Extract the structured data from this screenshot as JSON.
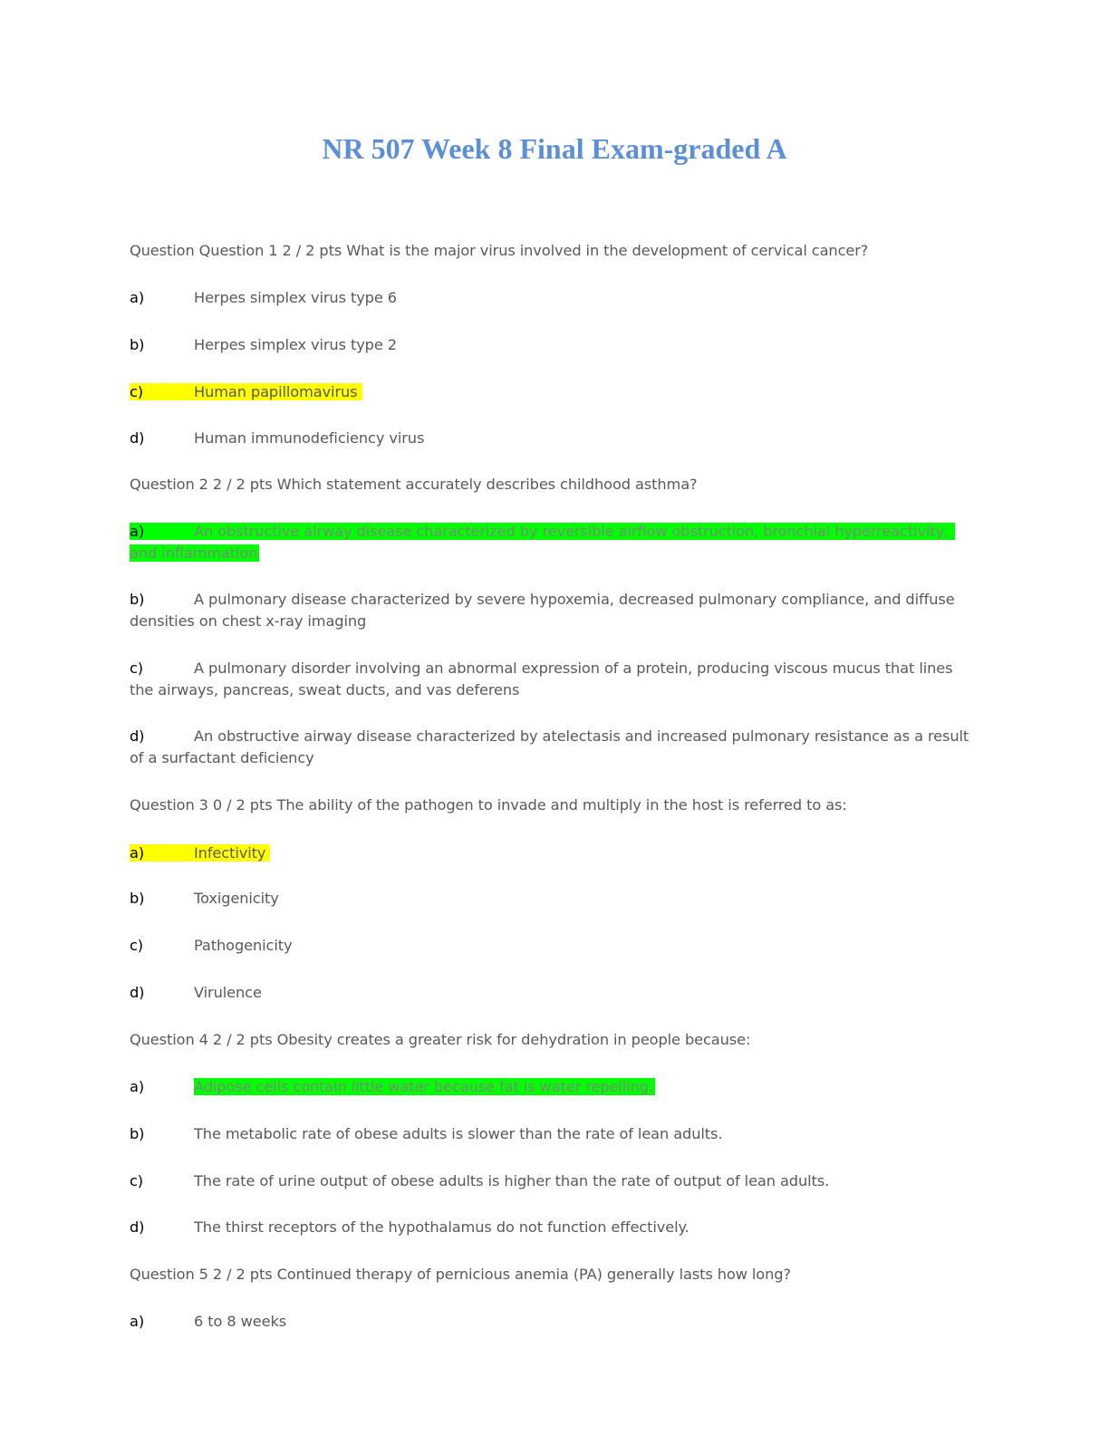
{
  "title": "NR 507 Week 8 Final Exam-graded A",
  "questions": [
    {
      "text": "Question Question 1 2 / 2 pts What is the major virus involved in the development of cervical cancer?",
      "options": [
        {
          "letter": "a)",
          "text": "Herpes simplex virus type 6"
        },
        {
          "letter": "b)",
          "text": "Herpes simplex virus type 2"
        },
        {
          "letter": "c)",
          "text": "Human papillomavirus"
        },
        {
          "letter": "d)",
          "text": "Human immunodeficiency virus"
        }
      ]
    },
    {
      "text": "Question 2 2 / 2 pts Which statement accurately describes childhood asthma?",
      "options": [
        {
          "letter": "a)",
          "text": "An obstructive airway disease characterized by reversible airflow obstruction, bronchial hyperreactivity,",
          "text2": "and inflammation"
        },
        {
          "letter": "b)",
          "text": "A pulmonary disease characterized by severe hypoxemia, decreased pulmonary compliance, and diffuse",
          "text2": "densities on chest x-ray imaging"
        },
        {
          "letter": "c)",
          "text": "A pulmonary disorder involving an abnormal expression of a protein, producing viscous mucus that lines",
          "text2": "the airways, pancreas, sweat ducts, and vas deferens"
        },
        {
          "letter": "d)",
          "text": "An obstructive airway disease characterized by atelectasis and increased pulmonary resistance as a result",
          "text2": "of a surfactant deficiency"
        }
      ]
    },
    {
      "text": "Question 3 0 / 2 pts The ability of the pathogen to invade and multiply in the host is referred to as:",
      "options": [
        {
          "letter": "a)",
          "text": "Infectivity"
        },
        {
          "letter": "b)",
          "text": "Toxigenicity"
        },
        {
          "letter": "c)",
          "text": "Pathogenicity"
        },
        {
          "letter": "d)",
          "text": "Virulence"
        }
      ]
    },
    {
      "text": "Question 4 2 / 2 pts Obesity creates a greater risk for dehydration in people because:",
      "options": [
        {
          "letter": "a)",
          "text": "Adipose cells contain little water because fat is water repelling."
        },
        {
          "letter": "b)",
          "text": "The metabolic rate of obese adults is slower than the rate of lean adults."
        },
        {
          "letter": "c)",
          "text": "The rate of urine output of obese adults is higher than the rate of output of lean adults."
        },
        {
          "letter": "d)",
          "text": "The thirst receptors of the hypothalamus do not function effectively."
        }
      ]
    },
    {
      "text": "Question 5 2 / 2 pts Continued therapy of pernicious anemia (PA) generally lasts how long?",
      "options": [
        {
          "letter": "a)",
          "text": "6 to 8 weeks"
        }
      ]
    }
  ],
  "highlight_colors": {
    "yellow": "#ffff00",
    "green": "#00ff00",
    "title": "#5b8fd6"
  }
}
